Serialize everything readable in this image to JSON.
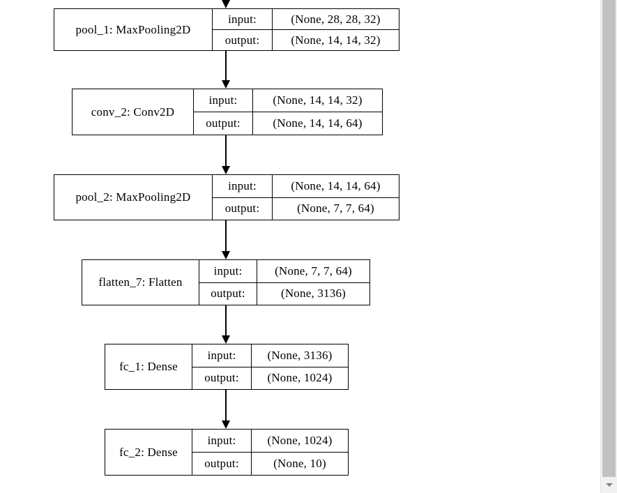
{
  "diagram": {
    "type": "keras-model-architecture",
    "io_labels": {
      "input": "input:",
      "output": "output:"
    },
    "nodes": [
      {
        "label": "pool_1: MaxPooling2D",
        "input_shape": "(None, 28, 28, 32)",
        "output_shape": "(None, 14, 14, 32)"
      },
      {
        "label": "conv_2: Conv2D",
        "input_shape": "(None, 14, 14, 32)",
        "output_shape": "(None, 14, 14, 64)"
      },
      {
        "label": "pool_2: MaxPooling2D",
        "input_shape": "(None, 14, 14, 64)",
        "output_shape": "(None, 7, 7, 64)"
      },
      {
        "label": "flatten_7: Flatten",
        "input_shape": "(None, 7, 7, 64)",
        "output_shape": "(None, 3136)"
      },
      {
        "label": "fc_1: Dense",
        "input_shape": "(None, 3136)",
        "output_shape": "(None, 1024)"
      },
      {
        "label": "fc_2: Dense",
        "input_shape": "(None, 1024)",
        "output_shape": "(None, 10)"
      }
    ],
    "edges": [
      "top→pool_1",
      "pool_1→conv_2",
      "conv_2→pool_2",
      "pool_2→flatten_7",
      "flatten_7→fc_1",
      "fc_1→fc_2"
    ],
    "colors": {
      "node_border": "#000000",
      "node_text": "#000000",
      "canvas_background": "#ffffff",
      "scrollbar_track": "#f1f1f1",
      "scrollbar_thumb": "#c1c1c1",
      "scrollbar_arrow": "#7e7e7e"
    }
  }
}
